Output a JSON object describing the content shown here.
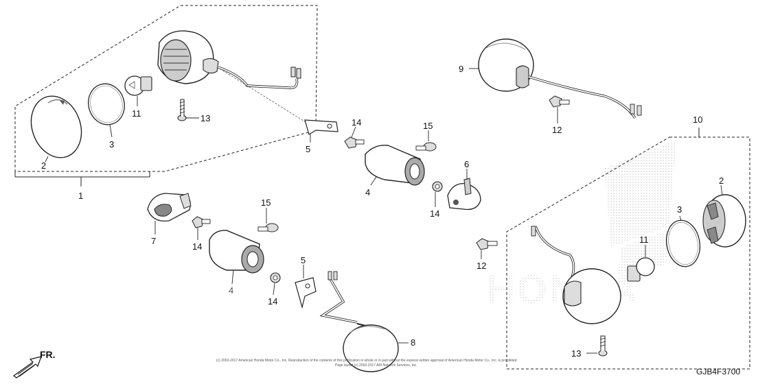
{
  "diagram": {
    "part_code": "GJB4F3700",
    "direction_label": "FR.",
    "copyright_line1": "(c) 2003-2017 American Honda Motor Co., Inc. Reproduction of the contents of this publication in whole or in part without the express written approval of American Honda Motor Co., Inc. is prohibited.",
    "copyright_line2": "Page layout (c) 2003-2017 ARI Network Services, Inc.",
    "watermark": "HONDA",
    "callouts": {
      "c1": "1",
      "c2a": "2",
      "c2b": "2",
      "c3a": "3",
      "c3b": "3",
      "c4a": "4",
      "c4b": "4",
      "c5a": "5",
      "c5b": "5",
      "c6": "6",
      "c7": "7",
      "c8": "8",
      "c9": "9",
      "c10": "10",
      "c11a": "11",
      "c11b": "11",
      "c12a": "12",
      "c12b": "12",
      "c13a": "13",
      "c13b": "13",
      "c14a": "14",
      "c14b": "14",
      "c14c": "14",
      "c14d": "14",
      "c15a": "15",
      "c15b": "15"
    }
  }
}
